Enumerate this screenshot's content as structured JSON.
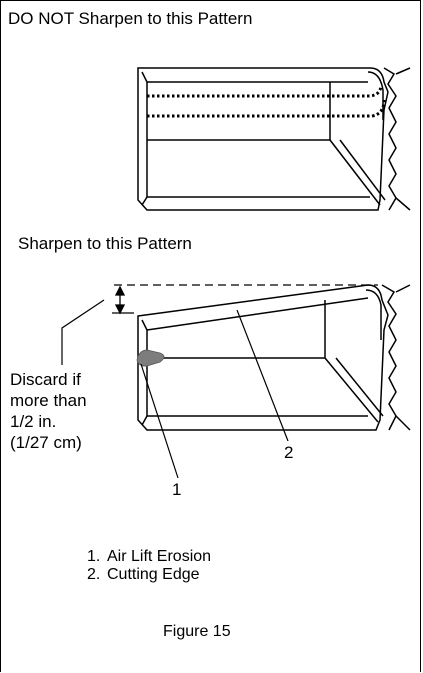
{
  "headings": {
    "wrong_pattern": "DO NOT Sharpen to this Pattern",
    "correct_pattern": "Sharpen to this Pattern"
  },
  "discard_note": {
    "line1": "Discard if",
    "line2": "more than",
    "line3": "1/2 in.",
    "line4": "(1/27 cm)"
  },
  "callouts": {
    "one": "1",
    "two": "2"
  },
  "legend": [
    {
      "number": "1.",
      "label": "Air Lift Erosion"
    },
    {
      "number": "2.",
      "label": "Cutting Edge"
    }
  ],
  "caption": "Figure 15"
}
